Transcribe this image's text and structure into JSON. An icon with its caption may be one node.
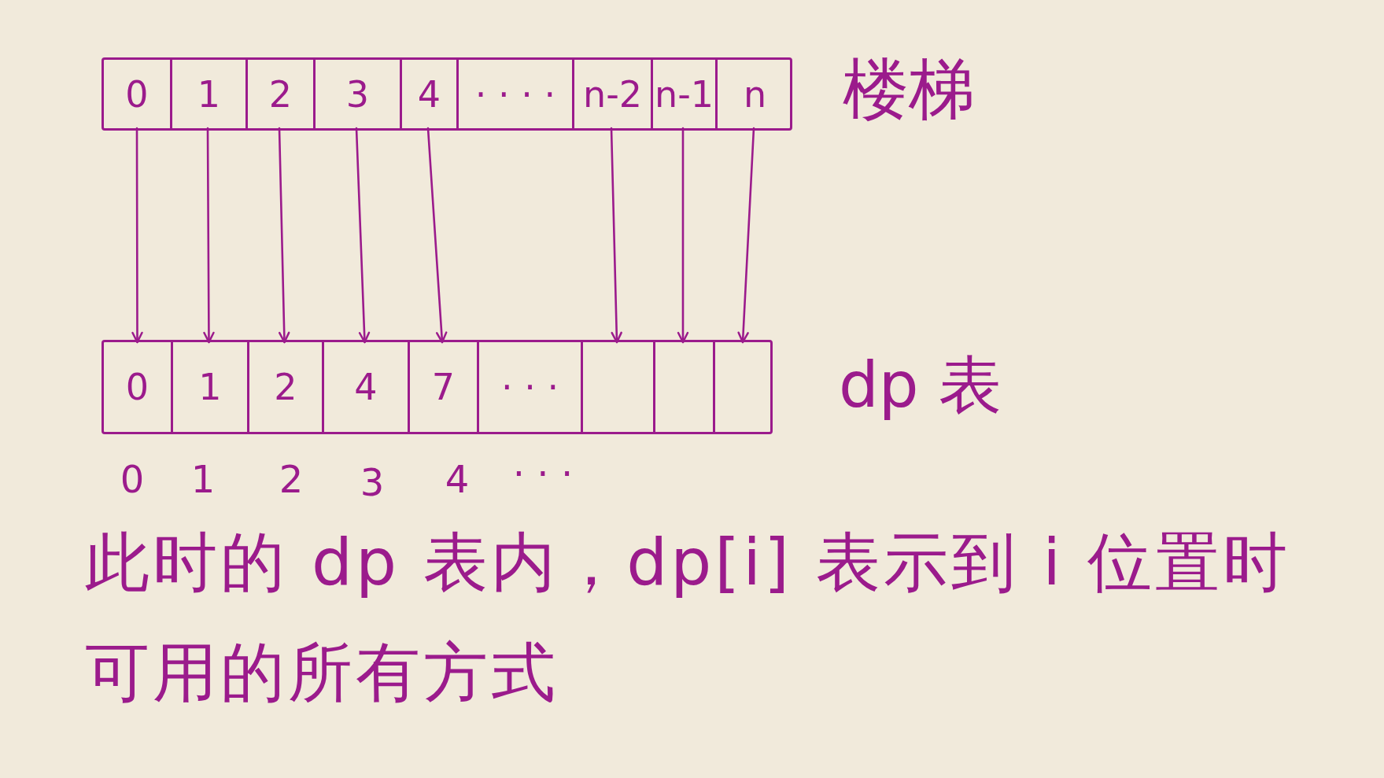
{
  "diagram": {
    "nodes": [
      {
        "text": [
          "楼梯"
        ]
      },
      {
        "text": [
          "0"
        ],
        "in": 0
      },
      {
        "text": [
          "1"
        ],
        "in": 0
      },
      {
        "text": [
          "2"
        ],
        "in": 0
      },
      {
        "text": [
          "3"
        ],
        "in": 0
      },
      {
        "text": [
          "4"
        ],
        "in": 0
      },
      {
        "text": [
          "· · · ·"
        ],
        "in": 0
      },
      {
        "text": [
          "n-2"
        ],
        "in": 0
      },
      {
        "text": [
          "n-1"
        ],
        "in": 0
      },
      {
        "text": [
          "n"
        ],
        "in": 0
      },
      {
        "text": [
          "dp 表"
        ]
      },
      {
        "text": [
          "0"
        ],
        "in": 10
      },
      {
        "text": [
          "1"
        ],
        "in": 10
      },
      {
        "text": [
          "2"
        ],
        "in": 10
      },
      {
        "text": [
          "4"
        ],
        "in": 10
      },
      {
        "text": [
          "7"
        ],
        "in": 10
      },
      {
        "text": [
          "· · ·"
        ],
        "in": 10
      },
      {
        "text": [],
        "shape": "box",
        "in": 10
      },
      {
        "text": [],
        "shape": "box",
        "in": 10
      },
      {
        "text": [],
        "shape": "box",
        "in": 10
      }
    ],
    "edges": [
      {
        "from": 1,
        "to": 11,
        "arrow": "to"
      },
      {
        "from": 2,
        "to": 12,
        "arrow": "to"
      },
      {
        "from": 3,
        "to": 13,
        "arrow": "to"
      },
      {
        "from": 4,
        "to": 14,
        "arrow": "to"
      },
      {
        "from": 5,
        "to": 15,
        "arrow": "to"
      },
      {
        "from": 7,
        "to": 17,
        "arrow": "to"
      },
      {
        "from": 8,
        "to": 18,
        "arrow": "to"
      },
      {
        "from": 9,
        "to": 19,
        "arrow": "to"
      }
    ],
    "labels": [
      "0",
      "1",
      "2",
      "3",
      "4",
      "· · ·"
    ],
    "caption": "此时的 dp 表内，dp[i] 表示到 i 位置时可用的所有方式"
  }
}
